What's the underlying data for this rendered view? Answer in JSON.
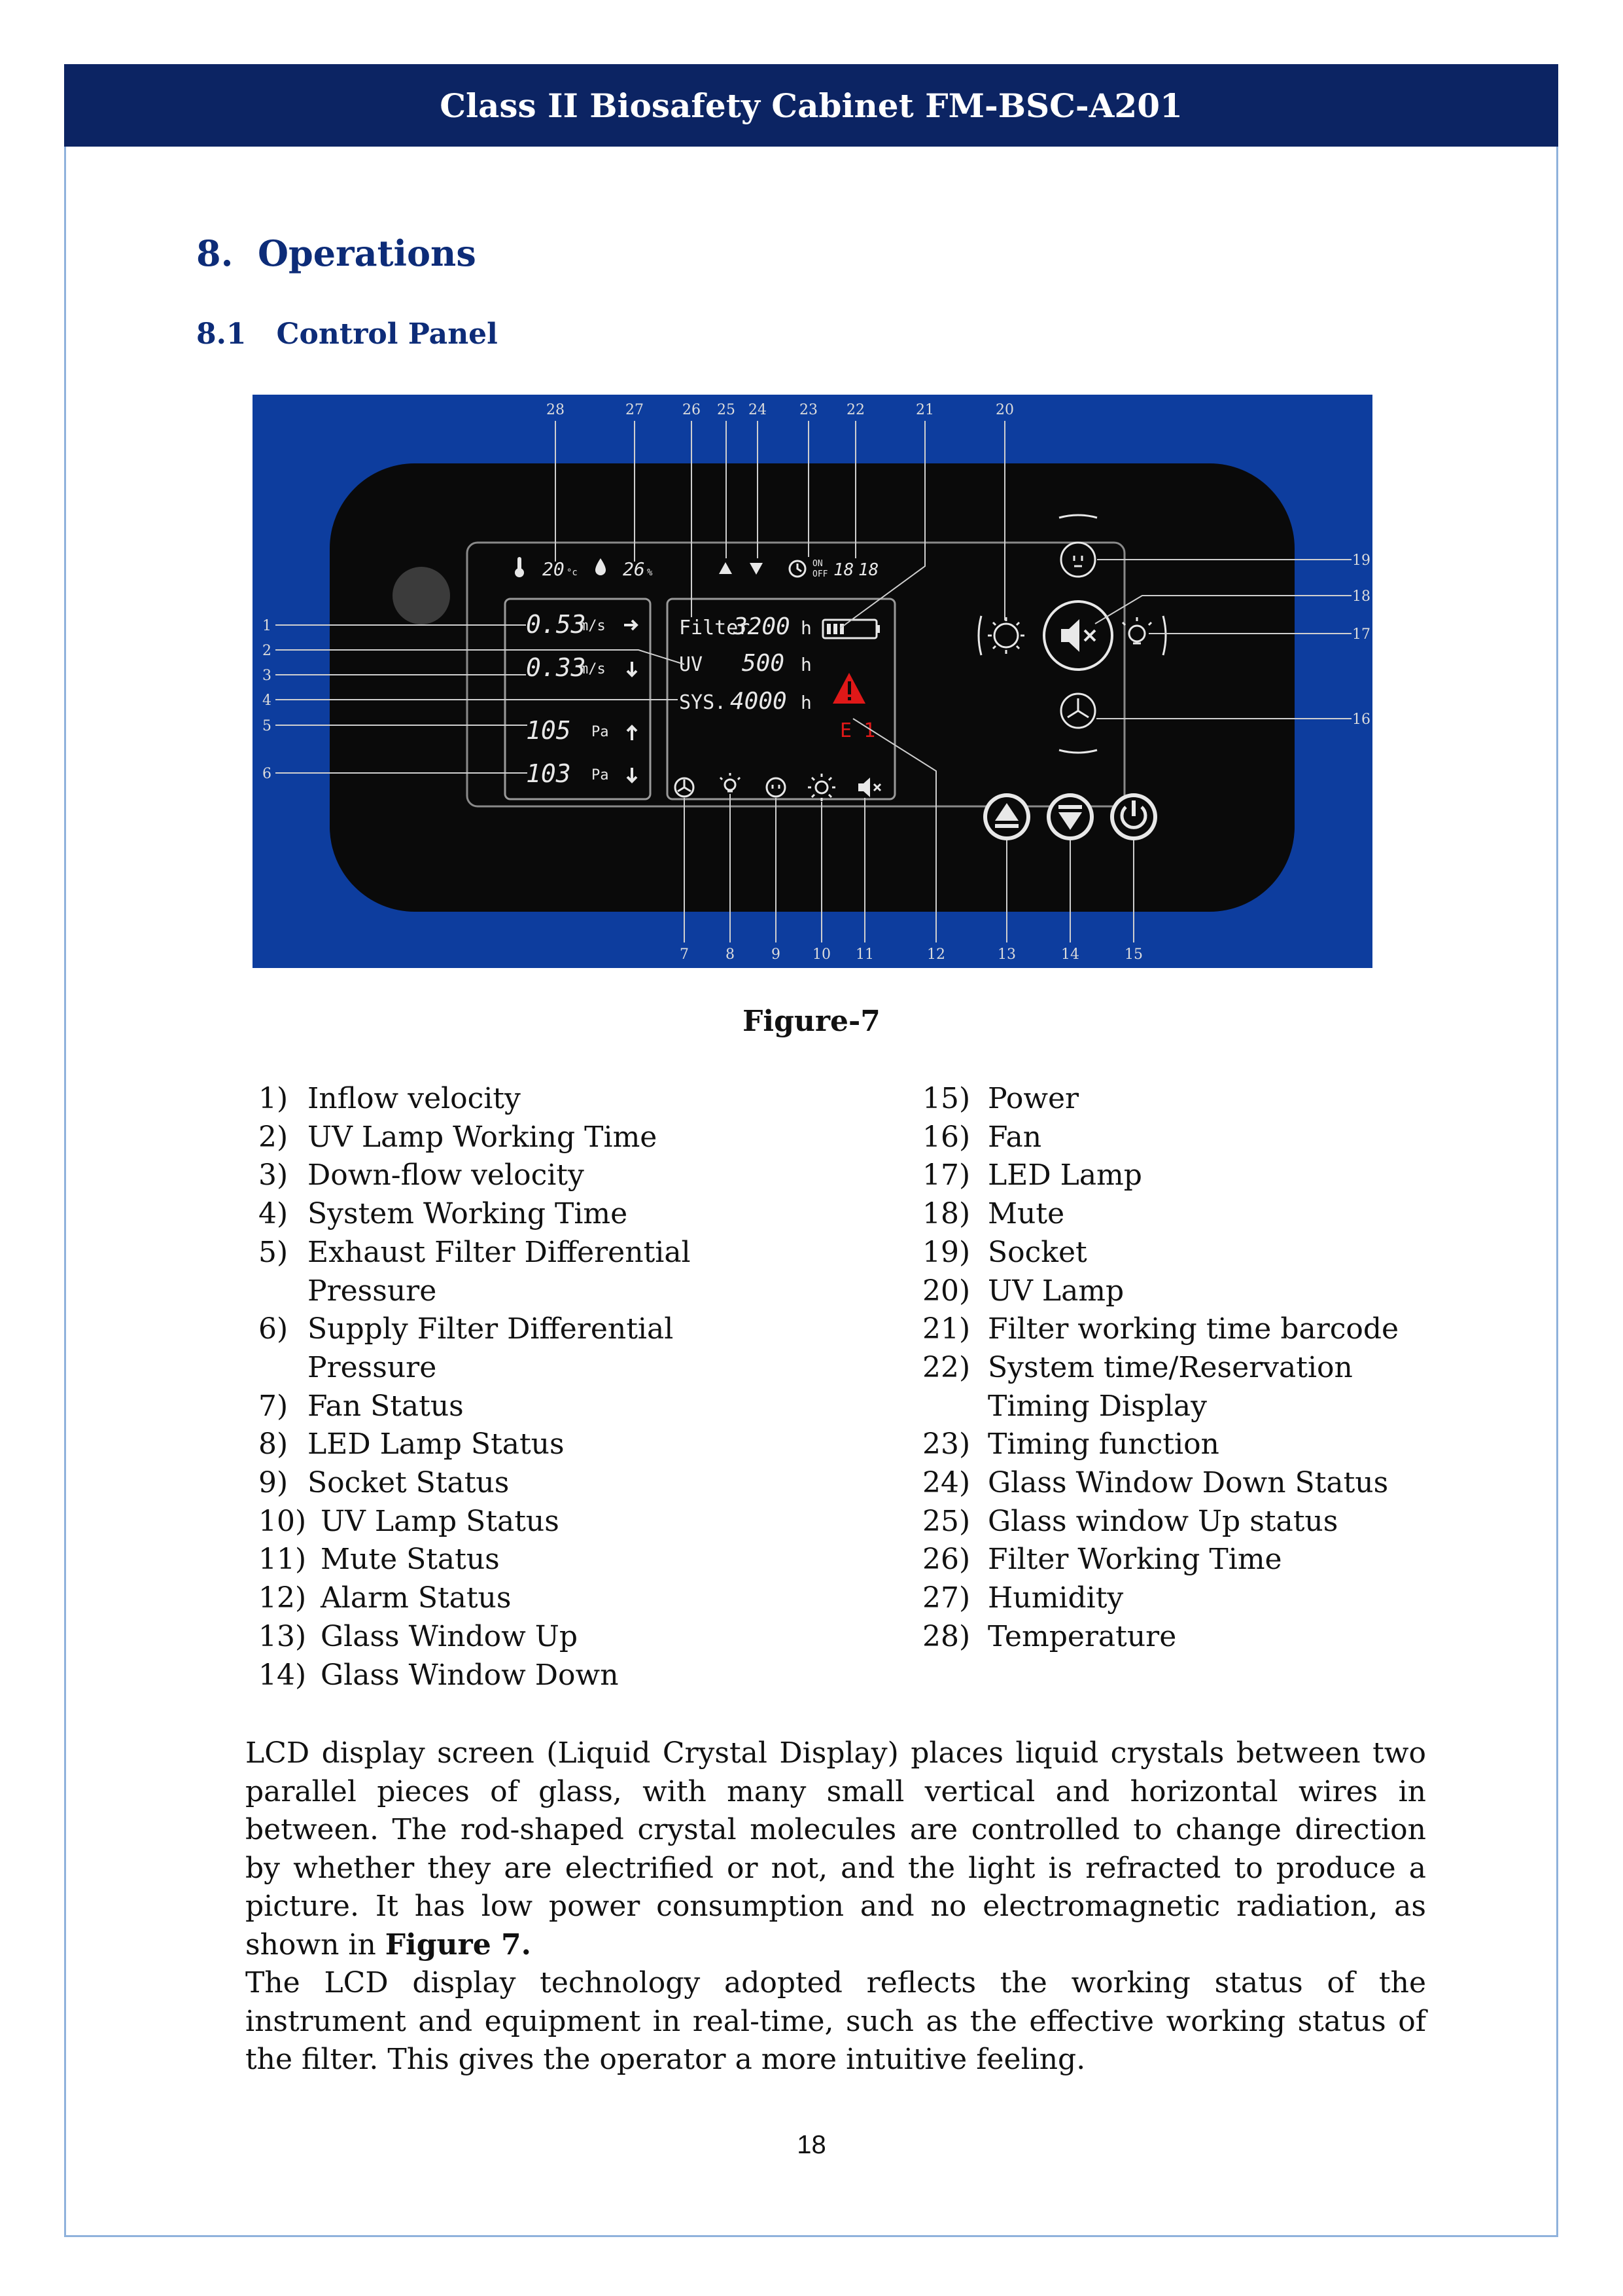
{
  "header": {
    "title": "Class II Biosafety Cabinet FM-BSC-A201"
  },
  "section": {
    "number": "8.",
    "title": "Operations"
  },
  "subsection": {
    "number": "8.1",
    "title": "Control Panel"
  },
  "figure": {
    "caption": "Figure-7",
    "colors": {
      "frame": "#0d3d9e",
      "panel": "#0a0a0a",
      "lcd_text": "#e8e8e8",
      "alarm": "#e01818",
      "callout": "#cfcfcf"
    },
    "top_callouts": [
      "28",
      "27",
      "26",
      "25",
      "24",
      "23",
      "22",
      "21",
      "20"
    ],
    "left_callouts": [
      "1",
      "2",
      "3",
      "4",
      "5",
      "6"
    ],
    "right_callouts": [
      "19",
      "18",
      "17",
      "16"
    ],
    "bottom_callouts": [
      "7",
      "8",
      "9",
      "10",
      "11",
      "12",
      "13",
      "14",
      "15"
    ],
    "lcd": {
      "temperature": "20",
      "temp_unit": "°c",
      "humidity": "26",
      "humidity_unit": "%",
      "on_label": "ON",
      "off_label": "OFF",
      "time_hours": "18",
      "time_minutes": "18",
      "readings": [
        {
          "value": "0.53",
          "unit": "m/s"
        },
        {
          "value": "0.33",
          "unit": "m/s"
        },
        {
          "value": "105",
          "unit": "Pa"
        },
        {
          "value": "103",
          "unit": "Pa"
        }
      ],
      "filter_label": "Filter",
      "filter_value": "3200",
      "uv_label": "UV",
      "uv_value": "500",
      "sys_label": "SYS.",
      "sys_value": "4000",
      "hours_unit": "h",
      "error_code": "E 1"
    },
    "icons": [
      "thermometer-icon",
      "humidity-icon",
      "arrow-up-icon",
      "arrow-down-icon",
      "alarm-clock-icon",
      "battery-icon",
      "alarm-icon",
      "fan-icon",
      "led-lamp-icon",
      "socket-icon",
      "uv-lamp-icon",
      "mute-icon",
      "power-icon"
    ]
  },
  "list_left": [
    {
      "num": "1)",
      "text": "Inflow velocity"
    },
    {
      "num": "2)",
      "text": "UV Lamp Working Time"
    },
    {
      "num": "3)",
      "text": "Down-flow velocity"
    },
    {
      "num": "4)",
      "text": "System Working Time"
    },
    {
      "num": "5)",
      "text": "Exhaust Filter Differential Pressure"
    },
    {
      "num": "6)",
      "text": "Supply Filter Differential Pressure"
    },
    {
      "num": "7)",
      "text": "Fan Status"
    },
    {
      "num": "8)",
      "text": "LED Lamp Status"
    },
    {
      "num": "9)",
      "text": "Socket Status"
    },
    {
      "num": "10)",
      "text": "UV Lamp Status"
    },
    {
      "num": "11)",
      "text": "Mute Status"
    },
    {
      "num": "12)",
      "text": "Alarm Status"
    },
    {
      "num": "13)",
      "text": "Glass Window Up"
    },
    {
      "num": "14)",
      "text": "Glass Window Down"
    }
  ],
  "list_right": [
    {
      "num": "15)",
      "text": "Power"
    },
    {
      "num": "16)",
      "text": "Fan"
    },
    {
      "num": "17)",
      "text": "LED Lamp"
    },
    {
      "num": "18)",
      "text": "Mute"
    },
    {
      "num": "19)",
      "text": "Socket"
    },
    {
      "num": "20)",
      "text": "UV Lamp"
    },
    {
      "num": "21)",
      "text": "Filter working time barcode"
    },
    {
      "num": "22)",
      "text": "System time/Reservation Timing Display"
    },
    {
      "num": "23)",
      "text": "Timing function"
    },
    {
      "num": "24)",
      "text": "Glass Window Down Status"
    },
    {
      "num": "25)",
      "text": "Glass window Up status"
    },
    {
      "num": "26)",
      "text": "Filter Working Time"
    },
    {
      "num": "27)",
      "text": "Humidity"
    },
    {
      "num": "28)",
      "text": "Temperature"
    }
  ],
  "body": {
    "p1_text": "LCD display screen (Liquid Crystal Display) places liquid crystals between two parallel pieces of glass, with many small vertical and horizontal wires in between. The rod-shaped crystal molecules are controlled to change direction by whether they are electrified or not, and the light is refracted to produce a picture. It has low power consumption and no electromagnetic radiation, as shown in ",
    "p1_bold": "Figure 7.",
    "p2_text": "The LCD display technology adopted reflects the working status of the instrument and equipment in real-time, such as the effective working status of the filter. This gives the operator a more intuitive feeling."
  },
  "page_number": "18"
}
